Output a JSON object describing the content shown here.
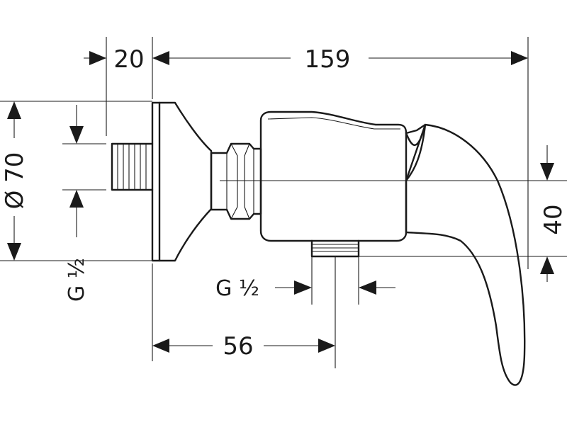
{
  "dimensions": {
    "width_20": "20",
    "width_159": "159",
    "diameter_70": "Ø 70",
    "height_40": "40",
    "thread_left": "G ½",
    "thread_bottom": "G ½",
    "width_56": "56"
  },
  "colors": {
    "line": "#1a1a1a",
    "background": "#ffffff"
  }
}
